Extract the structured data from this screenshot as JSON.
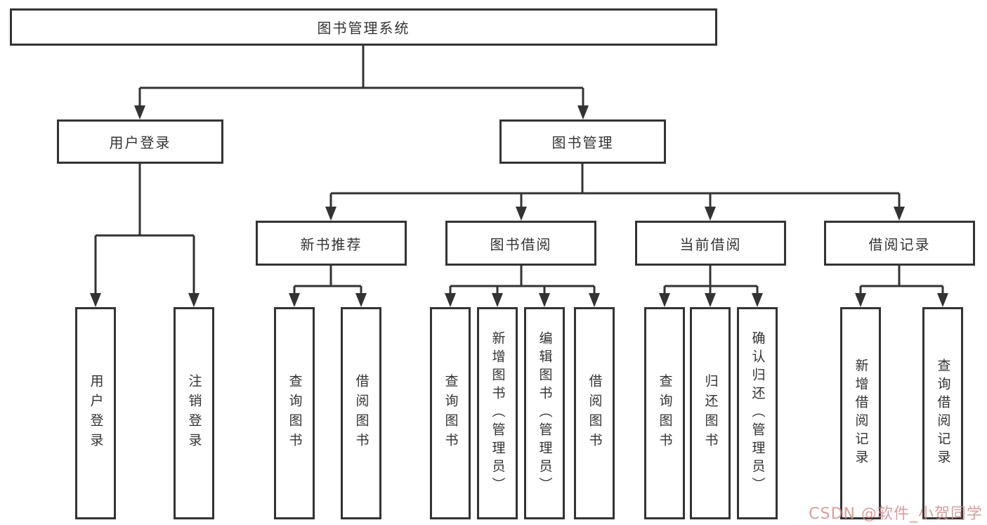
{
  "diagram": {
    "type": "hierarchy-tree",
    "title": "图书管理系统"
  },
  "colors": {
    "line": "#333333",
    "box_border": "#333333",
    "text": "#333333",
    "background": "#ffffff",
    "watermark": "#d58c8c"
  },
  "watermark": {
    "text": "CSDN @软件_小贺同学"
  },
  "nodes": {
    "root": {
      "label": "图书管理系统"
    },
    "user_login": {
      "label": "用户登录"
    },
    "book_mgmt": {
      "label": "图书管理"
    },
    "user_login_leaf": {
      "label": "用户登录"
    },
    "logout_leaf": {
      "label": "注销登录"
    },
    "new_book_rec": {
      "label": "新书推荐"
    },
    "book_borrow": {
      "label": "图书借阅"
    },
    "current_borrow": {
      "label": "当前借阅"
    },
    "borrow_records": {
      "label": "借阅记录"
    },
    "nbr_query": {
      "label": "查询图书"
    },
    "nbr_borrow": {
      "label": "借阅图书"
    },
    "bb_query": {
      "label": "查询图书"
    },
    "bb_add": {
      "label": "新增图书（管理员）"
    },
    "bb_edit": {
      "label": "编辑图书（管理员）"
    },
    "bb_borrow": {
      "label": "借阅图书"
    },
    "cb_query": {
      "label": "查询图书"
    },
    "cb_return": {
      "label": "归还图书"
    },
    "cb_confirm": {
      "label": "确认归还（管理员）"
    },
    "br_add": {
      "label": "新增借阅记录"
    },
    "br_query": {
      "label": "查询借阅记录"
    }
  },
  "tree": {
    "label": "图书管理系统",
    "children": [
      {
        "label": "用户登录",
        "children": [
          {
            "label": "用户登录"
          },
          {
            "label": "注销登录"
          }
        ]
      },
      {
        "label": "图书管理",
        "children": [
          {
            "label": "新书推荐",
            "children": [
              {
                "label": "查询图书"
              },
              {
                "label": "借阅图书"
              }
            ]
          },
          {
            "label": "图书借阅",
            "children": [
              {
                "label": "查询图书"
              },
              {
                "label": "新增图书（管理员）"
              },
              {
                "label": "编辑图书（管理员）"
              },
              {
                "label": "借阅图书"
              }
            ]
          },
          {
            "label": "当前借阅",
            "children": [
              {
                "label": "查询图书"
              },
              {
                "label": "归还图书"
              },
              {
                "label": "确认归还（管理员）"
              }
            ]
          },
          {
            "label": "借阅记录",
            "children": [
              {
                "label": "新增借阅记录"
              },
              {
                "label": "查询借阅记录"
              }
            ]
          }
        ]
      }
    ]
  }
}
